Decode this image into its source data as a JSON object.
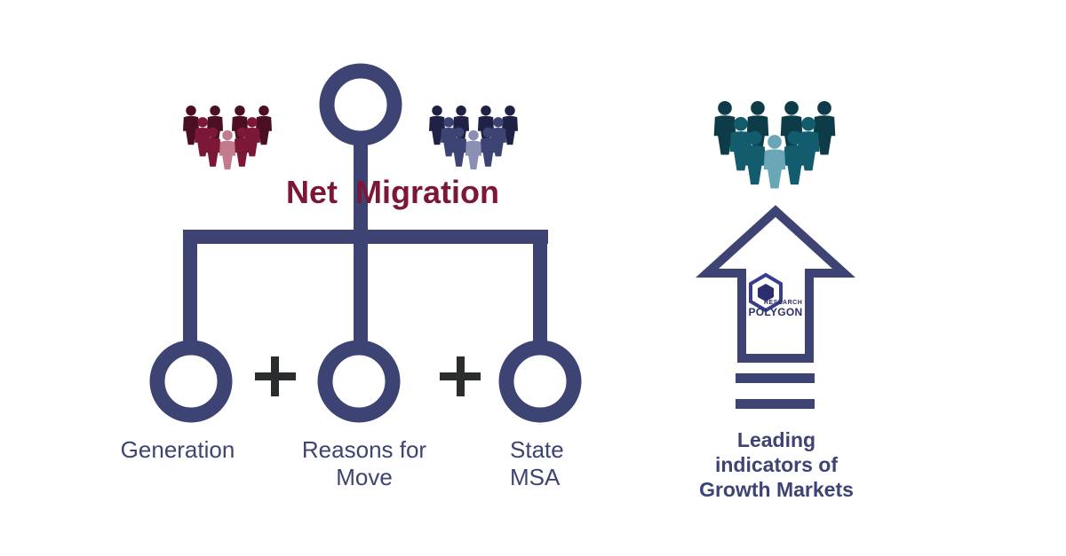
{
  "title": {
    "word1": "Net",
    "word2": "Migration"
  },
  "operators": [
    "+",
    "+"
  ],
  "nodes": [
    {
      "label_line1": "Generation",
      "label_line2": ""
    },
    {
      "label_line1": "Reasons for",
      "label_line2": "Move"
    },
    {
      "label_line1": "State",
      "label_line2": "MSA"
    }
  ],
  "indicator": {
    "line1": "Leading",
    "line2": "indicators of",
    "line3": "Growth Markets"
  },
  "logo": {
    "small": "RESEARCH",
    "big": "POLYGON"
  },
  "icons": {
    "people_left": "people-group-icon",
    "people_middle": "people-group-icon",
    "people_right": "people-group-icon",
    "arrow": "up-arrow-icon",
    "logo": "polygon-logo-icon"
  },
  "colors": {
    "navy": "#3d4373",
    "maroon": "#7d1736",
    "teal": "#135c6e",
    "plus": "#2a2d2e"
  }
}
